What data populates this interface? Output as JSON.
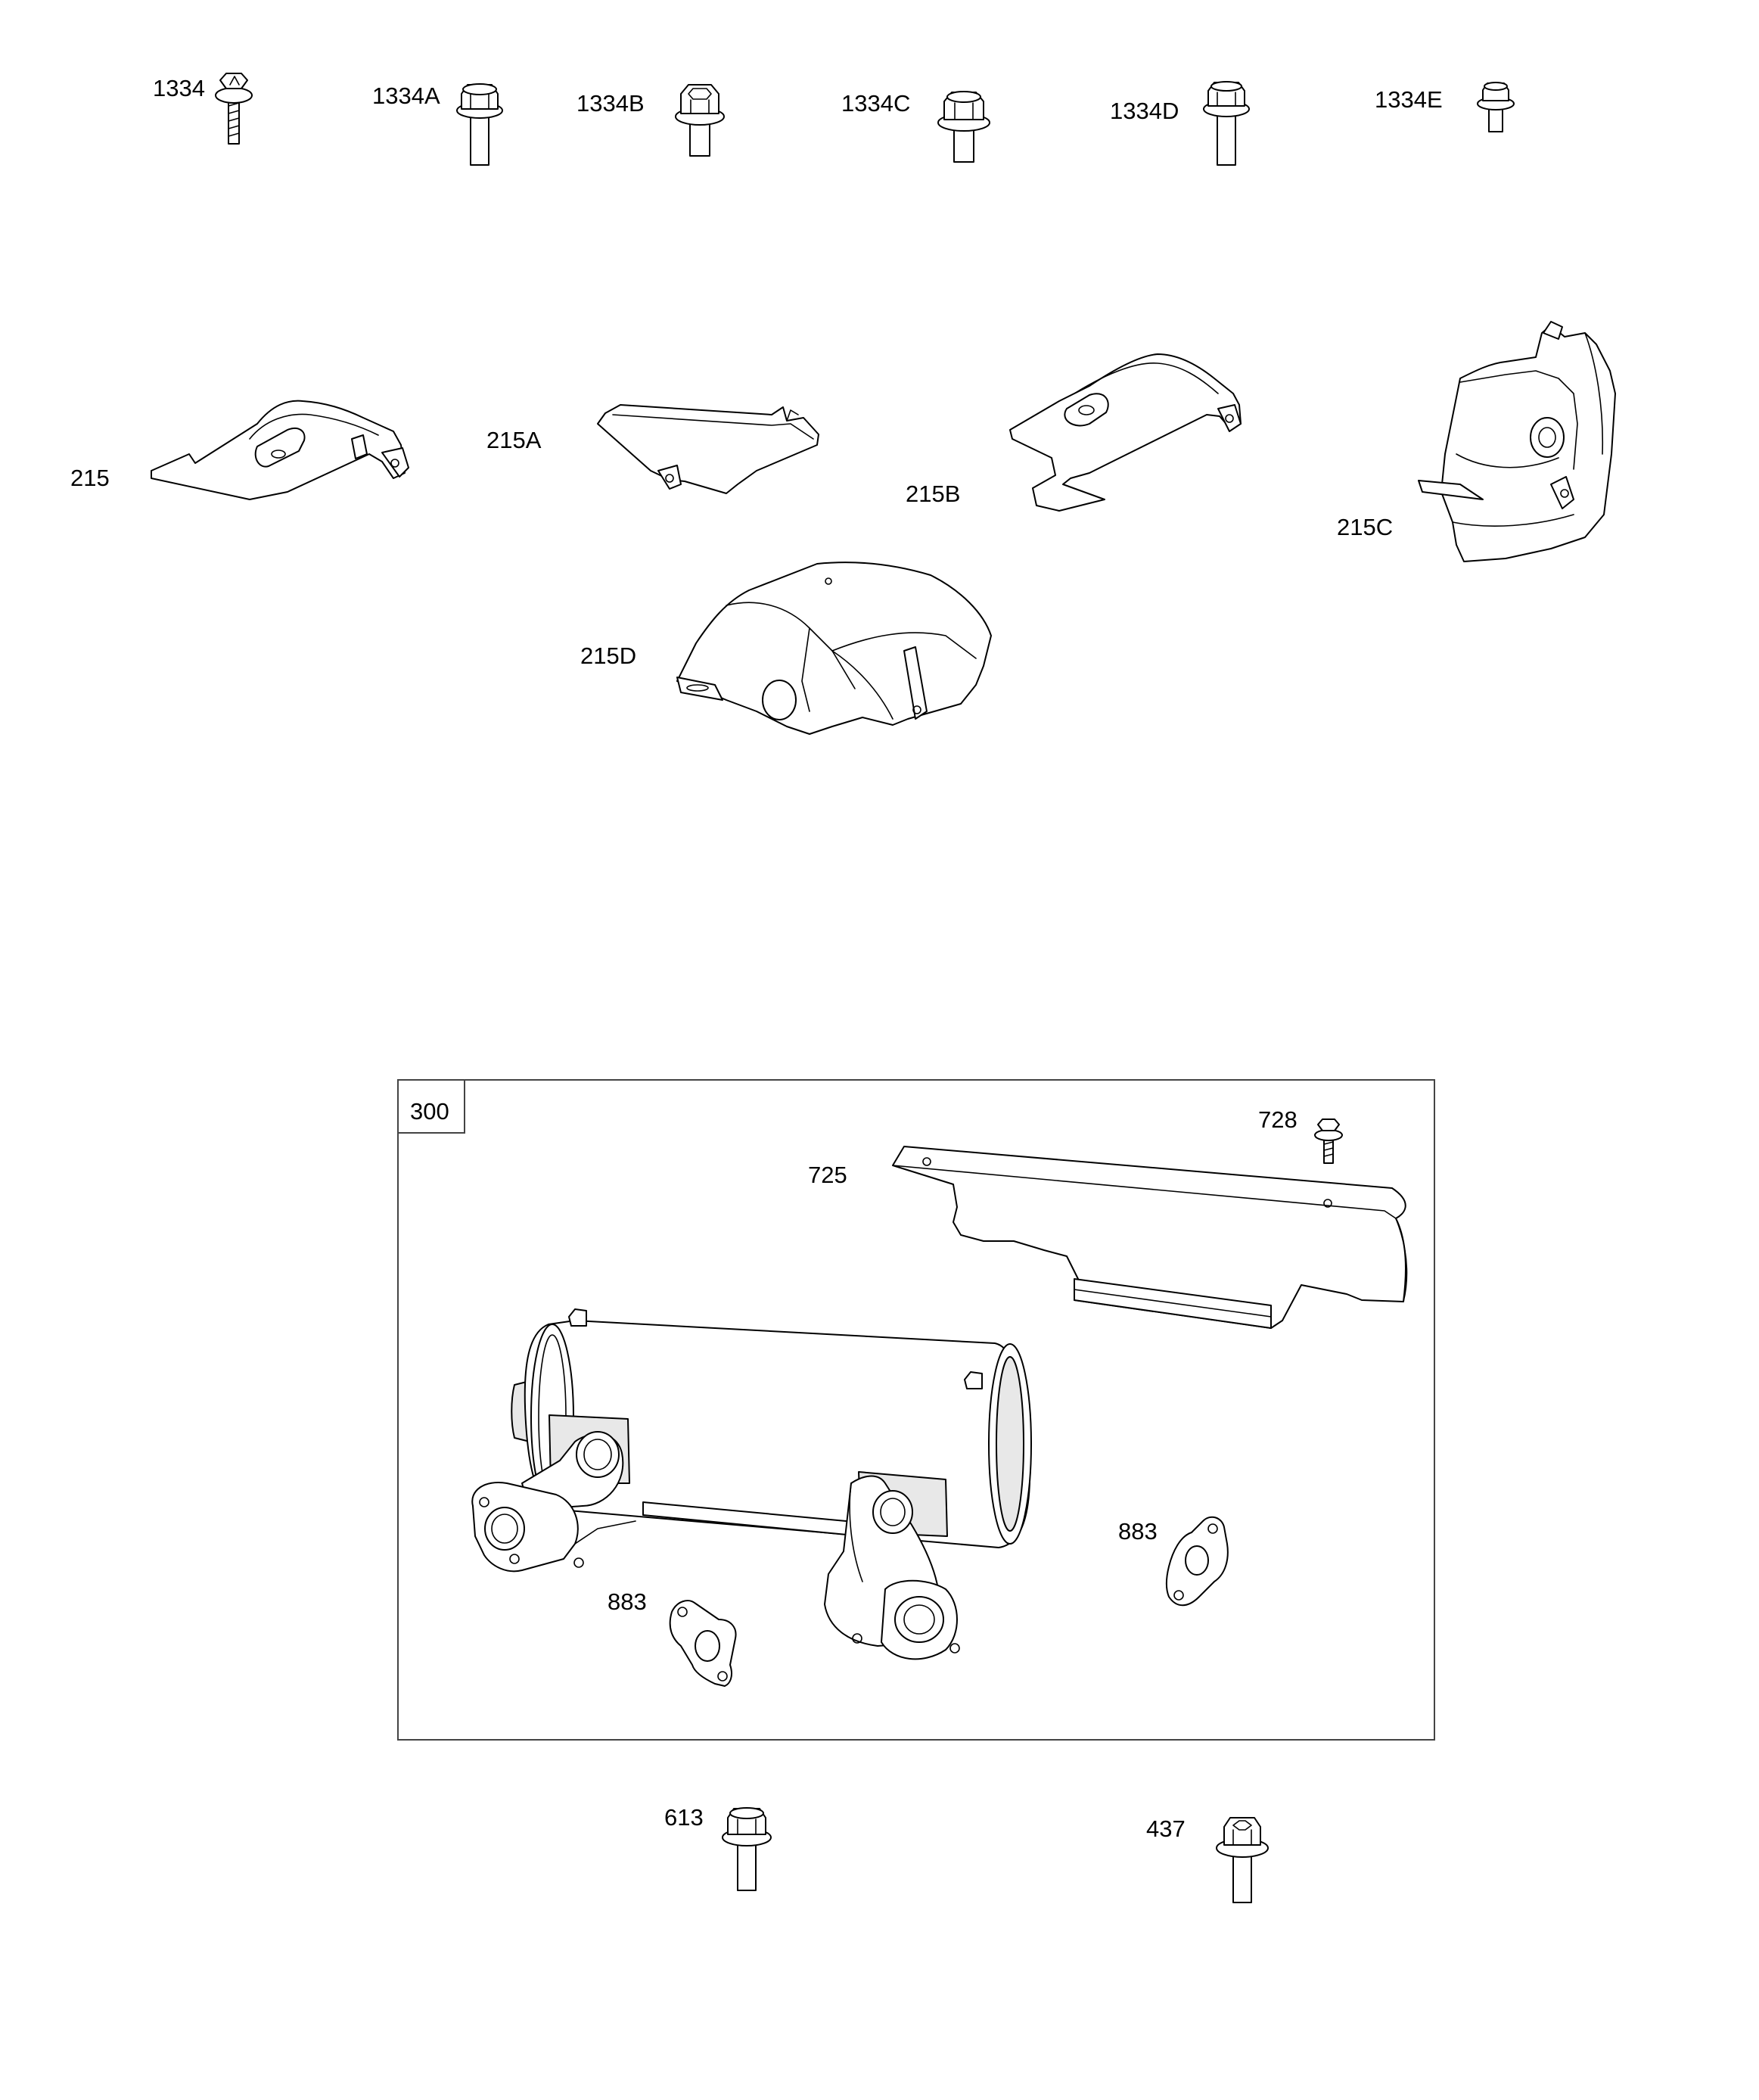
{
  "labels": {
    "p1334": "1334",
    "p1334A": "1334A",
    "p1334B": "1334B",
    "p1334C": "1334C",
    "p1334D": "1334D",
    "p1334E": "1334E",
    "p215": "215",
    "p215A": "215A",
    "p215B": "215B",
    "p215C": "215C",
    "p215D": "215D",
    "p300": "300",
    "p725": "725",
    "p728": "728",
    "p883a": "883",
    "p883b": "883",
    "p613": "613",
    "p437": "437"
  },
  "colors": {
    "line": "#000000",
    "frame": "#444444",
    "background": "#ffffff"
  }
}
